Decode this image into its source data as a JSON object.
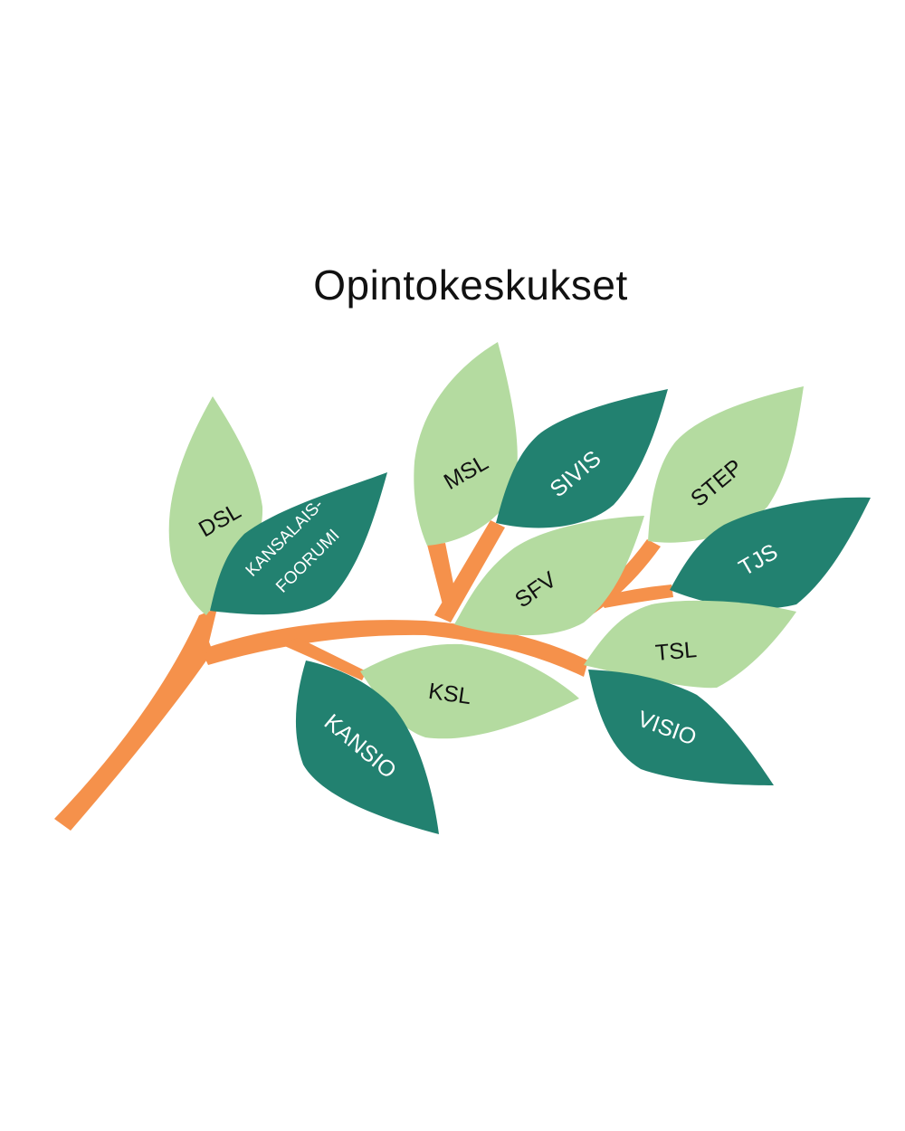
{
  "title": "Opintokeskukset",
  "colors": {
    "branch": "#F5914B",
    "leaf_light": "#B4DBA0",
    "leaf_dark": "#228170",
    "text_on_light": "#111111",
    "text_on_dark": "#FFFFFF"
  },
  "leaves": {
    "dsl": "DSL",
    "kansalaisfoorumi_line1": "KANSALAIS-",
    "kansalaisfoorumi_line2": "FOORUMI",
    "msl": "MSL",
    "sivis": "SIVIS",
    "step": "STEP",
    "sfv": "SFV",
    "tjs": "TJS",
    "tsl": "TSL",
    "ksl": "KSL",
    "kansio": "KANSIO",
    "visio": "VISIO"
  }
}
